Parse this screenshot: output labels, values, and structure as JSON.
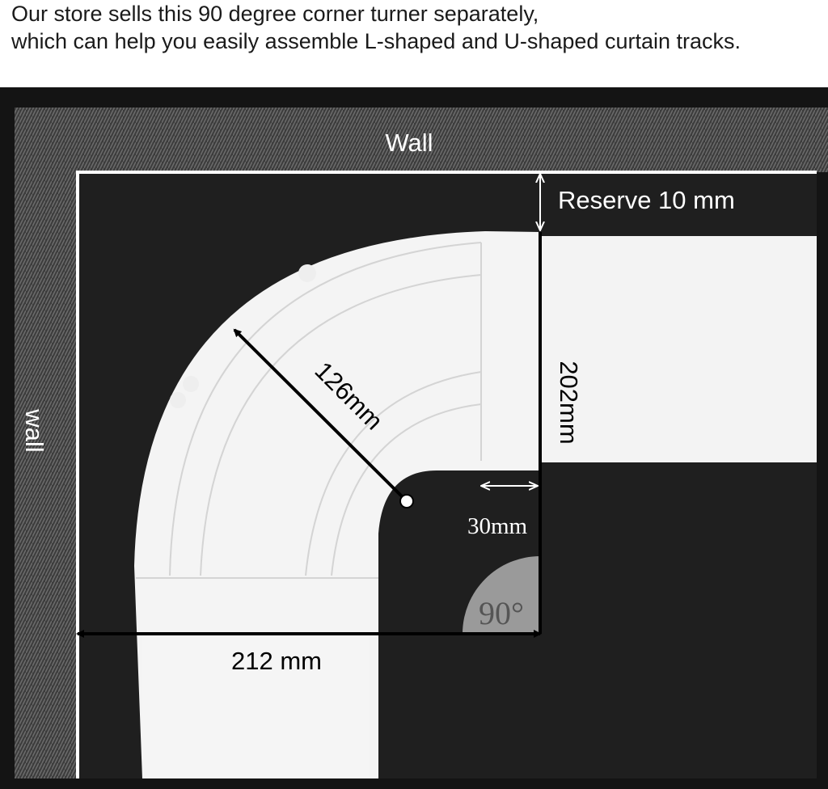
{
  "caption": {
    "line1": "Our store sells this 90 degree corner turner separately,",
    "line2": "which can help you easily assemble L-shaped and U-shaped curtain tracks."
  },
  "diagram": {
    "wall_top_label": "Wall",
    "wall_left_label": "wall",
    "reserve_label": "Reserve 10 mm",
    "height_label": "202mm",
    "radius_label": "126mm",
    "gap_label": "30mm",
    "angle_label": "90°",
    "width_label": "212 mm"
  },
  "colors": {
    "background": "#1f1f1f",
    "wall_pattern": "#4a4a4a",
    "track": "#f4f4f4",
    "dimension_line": "#000000",
    "angle_fill": "#9a9a9a"
  }
}
